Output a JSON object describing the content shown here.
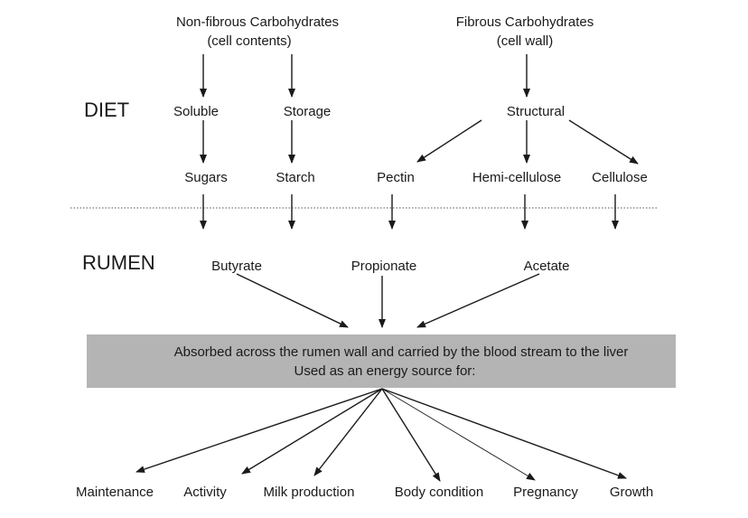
{
  "sections": {
    "diet": "DIET",
    "rumen": "RUMEN"
  },
  "diet": {
    "non_fibrous": {
      "title": "Non-fibrous Carbohydrates",
      "subtitle": "(cell contents)"
    },
    "fibrous": {
      "title": "Fibrous Carbohydrates",
      "subtitle": "(cell wall)"
    },
    "soluble": "Soluble",
    "storage": "Storage",
    "structural": "Structural",
    "sugars": "Sugars",
    "starch": "Starch",
    "pectin": "Pectin",
    "hemicellulose": "Hemi-cellulose",
    "cellulose": "Cellulose"
  },
  "rumen": {
    "butyrate": "Butyrate",
    "propionate": "Propionate",
    "acetate": "Acetate"
  },
  "absorption": {
    "line1": "Absorbed across the rumen wall and carried by the blood stream to the liver",
    "line2": "Used as an energy source for:"
  },
  "uses": [
    "Maintenance",
    "Activity",
    "Milk production",
    "Body condition",
    "Pregnancy",
    "Growth"
  ],
  "colors": {
    "box_fill": "#b4b4b4",
    "text": "#1a1a1a",
    "background": "#ffffff"
  }
}
